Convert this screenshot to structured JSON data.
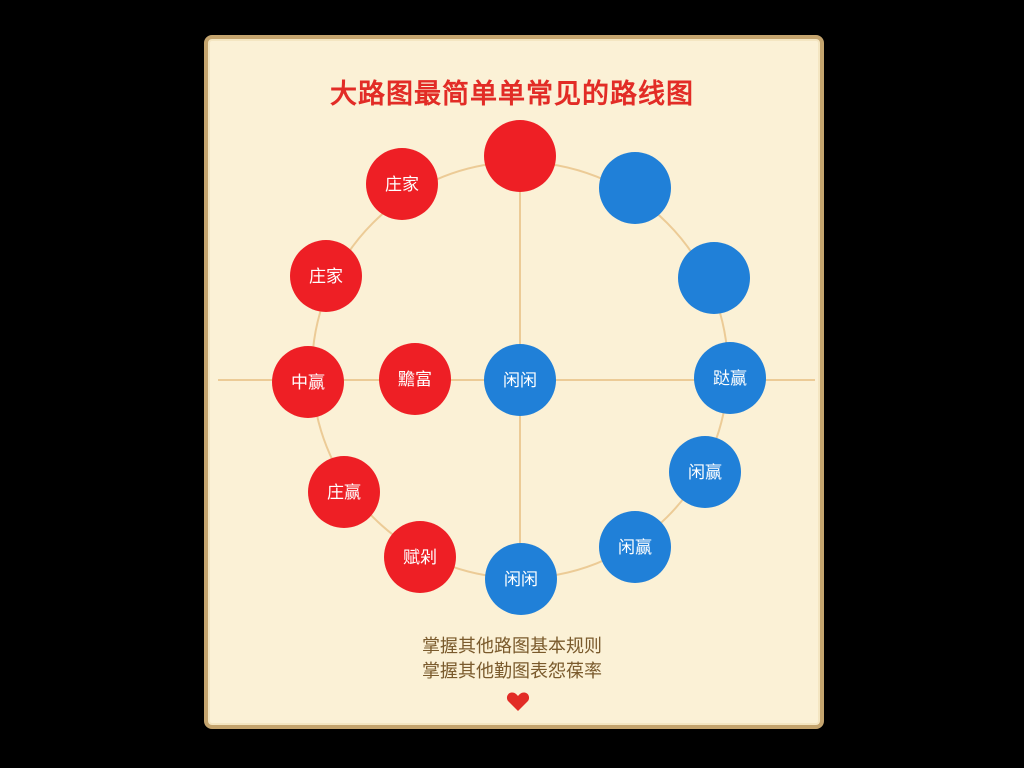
{
  "title": "大路图最简单单常见的路线图",
  "colors": {
    "red": "#ee1f25",
    "blue": "#2080d8",
    "ring": "#eccb96",
    "card_bg": "#fbf1d6",
    "border": "#c4a46e",
    "title": "#e22c26",
    "note": "#7a5a2c"
  },
  "circles": [
    {
      "id": "top",
      "color": "red",
      "label": ""
    },
    {
      "id": "red-upper-1",
      "color": "red",
      "label": "庄家"
    },
    {
      "id": "red-upper-2",
      "color": "red",
      "label": "庄家"
    },
    {
      "id": "red-left",
      "color": "red",
      "label": "中赢"
    },
    {
      "id": "red-inner",
      "color": "red",
      "label": "黵富"
    },
    {
      "id": "center",
      "color": "blue",
      "label": "闲闲"
    },
    {
      "id": "red-lower-1",
      "color": "red",
      "label": "庄赢"
    },
    {
      "id": "red-lower-2",
      "color": "red",
      "label": "赋剁"
    },
    {
      "id": "bottom",
      "color": "blue",
      "label": "闲闲"
    },
    {
      "id": "blue-lower-1",
      "color": "blue",
      "label": "闲赢"
    },
    {
      "id": "blue-lower-2",
      "color": "blue",
      "label": "闲赢"
    },
    {
      "id": "blue-right",
      "color": "blue",
      "label": "跶赢"
    },
    {
      "id": "blue-upper-2",
      "color": "blue",
      "label": ""
    },
    {
      "id": "blue-upper-1",
      "color": "blue",
      "label": ""
    }
  ],
  "notes": [
    "掌握其他路图基本规则",
    "掌握其他勤图表怨葆率"
  ],
  "heart_icon": "heart-icon"
}
